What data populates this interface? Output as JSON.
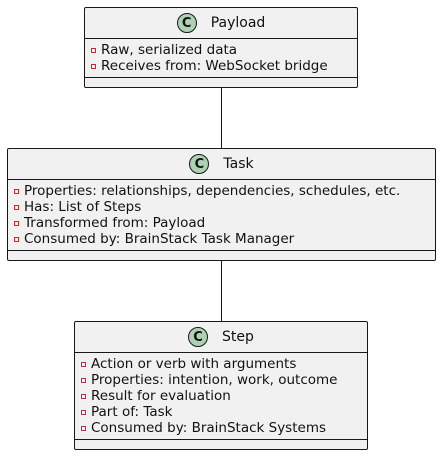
{
  "diagram": {
    "classes": [
      {
        "id": "payload",
        "name": "Payload",
        "stereotype_glyph": "C",
        "icon": "class-icon",
        "fields": [
          "Raw, serialized data",
          "Receives from: WebSocket bridge"
        ]
      },
      {
        "id": "task",
        "name": "Task",
        "stereotype_glyph": "C",
        "icon": "class-icon",
        "fields": [
          "Properties: relationships, dependencies, schedules, etc.",
          "Has: List of Steps",
          "Transformed from: Payload",
          "Consumed by: BrainStack Task Manager"
        ]
      },
      {
        "id": "step",
        "name": "Step",
        "stereotype_glyph": "C",
        "icon": "class-icon",
        "fields": [
          "Action or verb with arguments",
          "Properties: intention, work, outcome",
          "Result for evaluation",
          "Part of: Task",
          "Consumed by: BrainStack Systems"
        ]
      }
    ],
    "relations": [
      {
        "from": "payload",
        "to": "task"
      },
      {
        "from": "task",
        "to": "step"
      }
    ],
    "colors": {
      "class_fill": "#f1f1f1",
      "icon_fill": "#add1b2",
      "border": "#181818",
      "private_marker": "#c82930"
    }
  }
}
